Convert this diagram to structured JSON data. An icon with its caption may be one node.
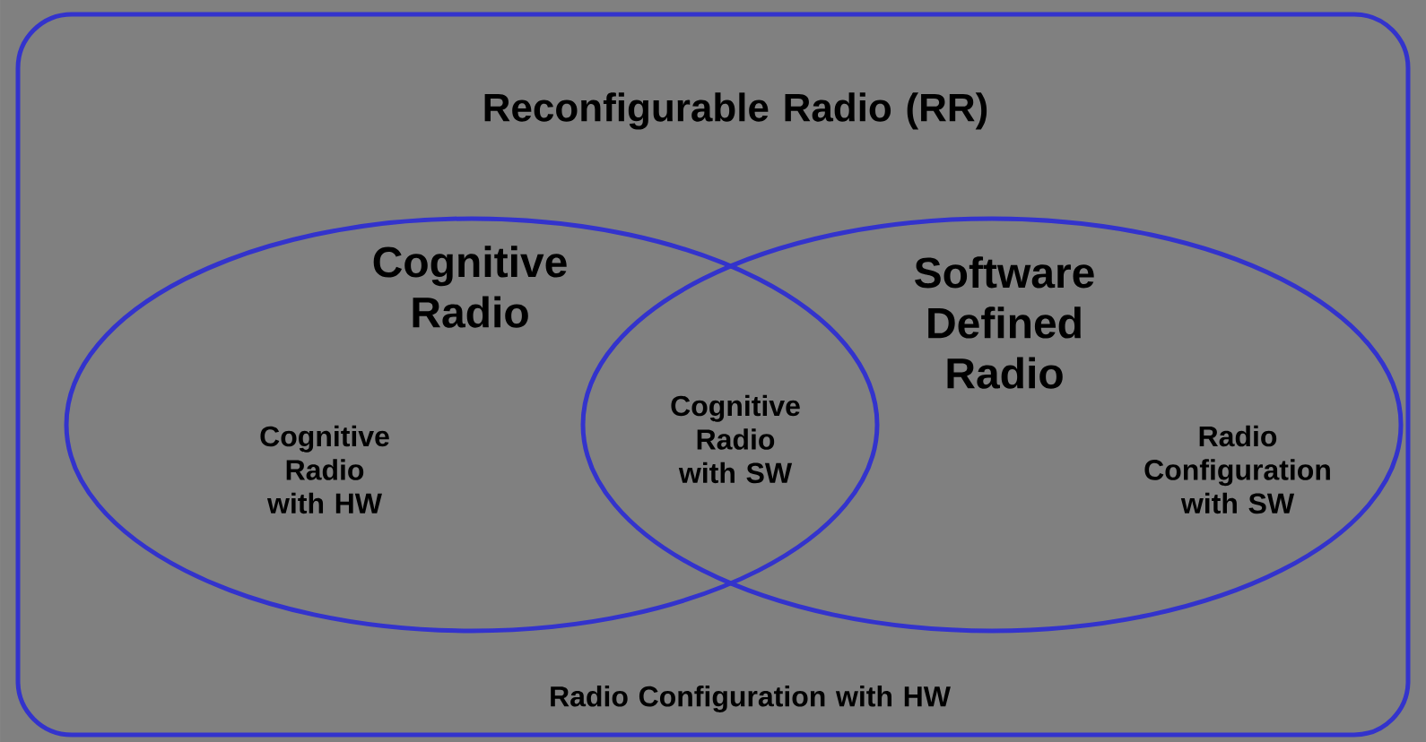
{
  "diagram": {
    "nodes": [
      {
        "text": [
          "Reconfigurable Radio (RR)",
          "Radio Configuration with HW"
        ]
      },
      {
        "text": [
          "Cognitive Radio",
          "Cognitive Radio with HW"
        ],
        "in": 0
      },
      {
        "text": [
          "Software Defined Radio",
          "Radio Configuration with SW"
        ],
        "in": 0
      }
    ],
    "labels": [
      "Cognitive Radio with SW"
    ]
  }
}
